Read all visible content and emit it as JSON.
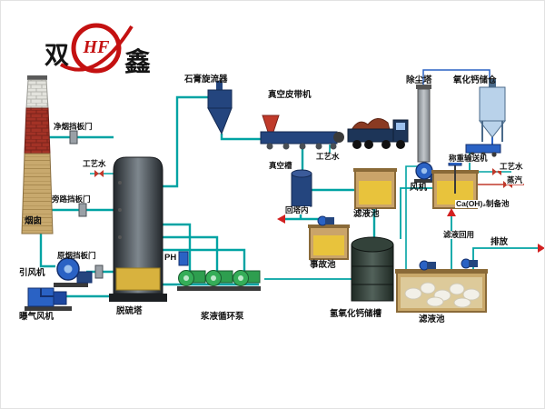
{
  "title": "flue-gas-desulfurization-process-diagram",
  "logo": {
    "char_left": "双",
    "char_right": "鑫",
    "monogram": "HF"
  },
  "labels": {
    "clean_smoke_damper": "净烟挡板门",
    "process_water_1": "工艺水",
    "bypass_damper": "旁路挡板门",
    "raw_smoke_damper": "原烟挡板门",
    "chimney": "烟囱",
    "induced_draft_fan": "引风机",
    "aeration_fan": "曝气风机",
    "desulfurization_tower": "脱硫塔",
    "ph_meter": "PH",
    "slurry_circulation_pumps": "浆液循环泵",
    "gypsum_cyclone": "石膏旋流器",
    "vacuum_belt_machine": "真空皮带机",
    "process_water_2": "工艺水",
    "vacuum_tank": "真空槽",
    "return_to_tower": "回塔内",
    "filtrate_pool_1": "滤液池",
    "accident_pool": "事故池",
    "calcium_hydroxide_storage_tank": "氢氧化钙储槽",
    "filtrate_pool_2": "滤液池",
    "dust_removal_tower": "除尘塔",
    "calcium_oxide_silo": "氧化钙储仓",
    "fan": "风机",
    "weighing_conveyor": "称重输送机",
    "process_water_3": "工艺水",
    "steam": "蒸汽",
    "caoh2_preparation_pool": "Ca(OH)₂制备池",
    "filtrate_reuse": "滤液回用",
    "discharge": "排放"
  },
  "colors": {
    "pipe_teal": "#00a3a3",
    "equipment_blue": "#2a62c4",
    "pump_green": "#2e9e4f",
    "liquid_yellow": "#e8c33c",
    "brand_red": "#c41111"
  }
}
